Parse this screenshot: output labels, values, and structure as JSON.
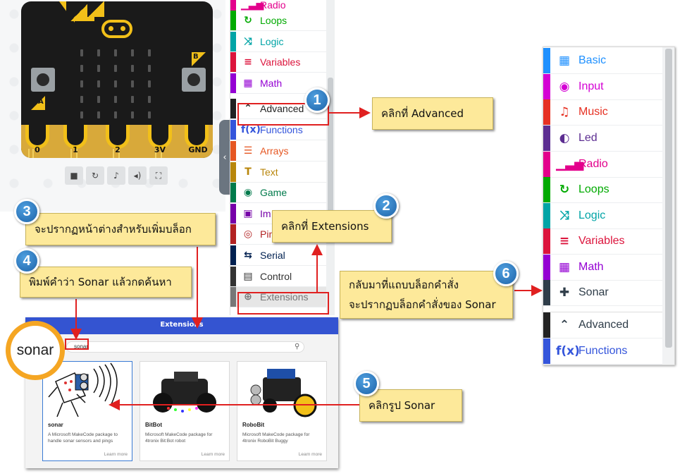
{
  "simulator": {
    "pins": [
      "0",
      "1",
      "2",
      "3V",
      "GND"
    ],
    "button_a": "A",
    "button_b": "B",
    "controls": [
      "stop-icon",
      "restart-icon",
      "audio-icon",
      "volume-icon",
      "fullscreen-icon"
    ]
  },
  "toolbox": {
    "items": [
      {
        "label": "Radio",
        "icon": "▁▃▅",
        "color": "#e3008c"
      },
      {
        "label": "Loops",
        "icon": "↻",
        "color": "#00aa00"
      },
      {
        "label": "Logic",
        "icon": "⤨",
        "color": "#00a4a6"
      },
      {
        "label": "Variables",
        "icon": "≡",
        "color": "#dc143c"
      },
      {
        "label": "Math",
        "icon": "▦",
        "color": "#9400d3"
      },
      {
        "label": "Advanced",
        "icon": "⌃",
        "color": "#222222"
      },
      {
        "label": "Functions",
        "icon": "f(x)",
        "color": "#3455db"
      },
      {
        "label": "Arrays",
        "icon": "☰",
        "color": "#e65722"
      },
      {
        "label": "Text",
        "icon": "T",
        "color": "#b8860b"
      },
      {
        "label": "Game",
        "icon": "◉",
        "color": "#007a4b"
      },
      {
        "label": "Im",
        "icon": "▣",
        "color": "#7600a8"
      },
      {
        "label": "Pin",
        "icon": "◎",
        "color": "#b22222"
      },
      {
        "label": "Serial",
        "icon": "⇆",
        "color": "#002050"
      },
      {
        "label": "Control",
        "icon": "▤",
        "color": "#333333"
      },
      {
        "label": "Extensions",
        "icon": "⊕",
        "color": "#777777"
      }
    ]
  },
  "right_toolbox": {
    "items": [
      {
        "label": "Basic",
        "icon": "▦",
        "color": "#1e90ff"
      },
      {
        "label": "Input",
        "icon": "◉",
        "color": "#d400d4"
      },
      {
        "label": "Music",
        "icon": "♫",
        "color": "#e63022"
      },
      {
        "label": "Led",
        "icon": "◐",
        "color": "#5c2d91"
      },
      {
        "label": "Radio",
        "icon": "▁▃▅",
        "color": "#e3008c"
      },
      {
        "label": "Loops",
        "icon": "↻",
        "color": "#00aa00"
      },
      {
        "label": "Logic",
        "icon": "⤨",
        "color": "#00a4a6"
      },
      {
        "label": "Variables",
        "icon": "≡",
        "color": "#dc143c"
      },
      {
        "label": "Math",
        "icon": "▦",
        "color": "#9400d3"
      },
      {
        "label": "Sonar",
        "icon": "✚",
        "color": "#2f3d49"
      },
      {
        "label": "Advanced",
        "icon": "⌃",
        "color": "#222222"
      },
      {
        "label": "Functions",
        "icon": "f(x)",
        "color": "#3455db"
      }
    ]
  },
  "extensions_dialog": {
    "title": "Extensions",
    "search_value": "sonar",
    "cards": [
      {
        "title": "sonar",
        "description": "A Microsoft MakeCode package to handle sonar sensors and pings",
        "more": "Learn more"
      },
      {
        "title": "BitBot",
        "description": "Microsoft MakeCode package for 4tronix Bit:Bot robot",
        "more": "Learn more"
      },
      {
        "title": "RoboBit",
        "description": "Microsoft MakeCode package for 4tronix RoboBit Buggy",
        "more": "Learn more"
      }
    ]
  },
  "sonar_label": "sonar",
  "annotations": {
    "step1": {
      "num": "1",
      "text": "คลิกที่ Advanced"
    },
    "step2": {
      "num": "2",
      "text": "คลิกที่ Extensions"
    },
    "step3": {
      "num": "3",
      "text": "จะปรากฏหน้าต่างสำหรับเพิ่มบล็อก"
    },
    "step4": {
      "num": "4",
      "text": "พิมพ์คำว่า Sonar แล้วกดค้นหา"
    },
    "step5": {
      "num": "5",
      "text": "คลิกรูป Sonar"
    },
    "step6": {
      "num": "6",
      "line1": "กลับมาที่แถบบล็อกคำสั่ง",
      "line2": "จะปรากฏบล็อกคำสั่งของ Sonar"
    }
  },
  "colors": {
    "callout_bg": "#fde99a",
    "step_badge": "#1e63a8",
    "arrow": "#e02020",
    "board_accent": "#f2c019"
  }
}
